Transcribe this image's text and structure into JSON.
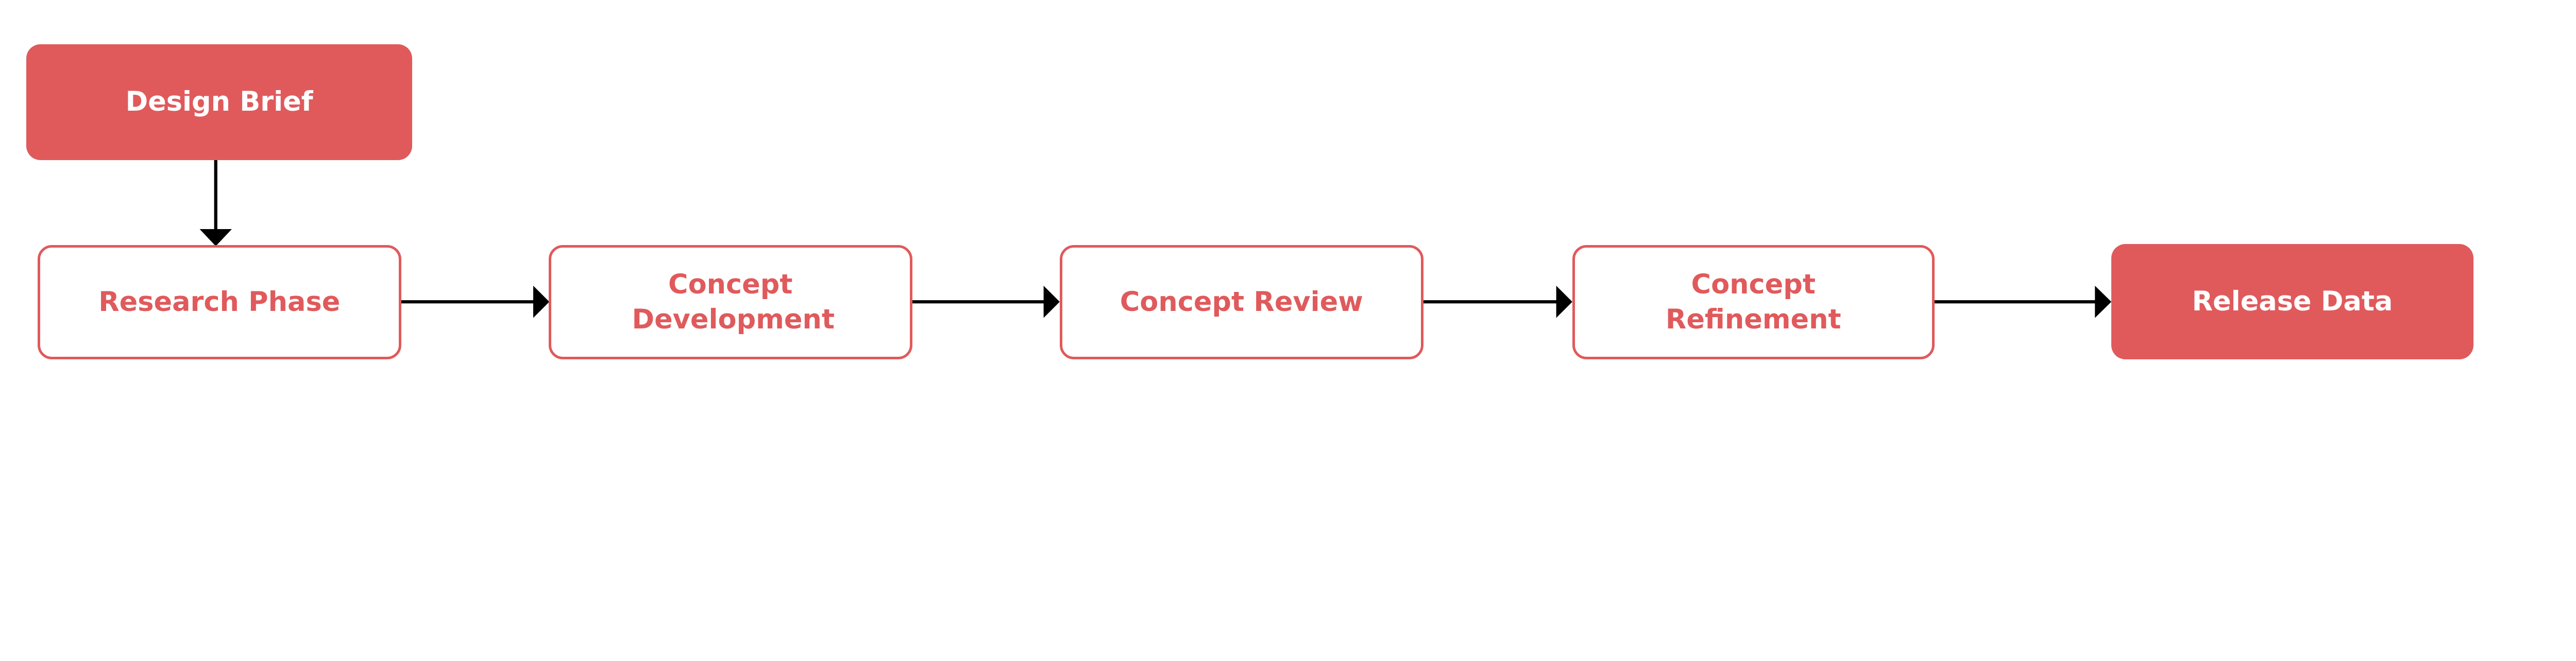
{
  "colors": {
    "accent": "#E05A5C",
    "arrow": "#000000",
    "background": "#FFFFFF"
  },
  "nodes": {
    "design_brief": "Design Brief",
    "research_phase": "Research Phase",
    "concept_development": "Concept Development",
    "concept_review": "Concept Review",
    "concept_refinement": "Concept Refinement",
    "release_data": "Release Data"
  },
  "edges": [
    [
      "Design Brief",
      "Research Phase"
    ],
    [
      "Research Phase",
      "Concept Development"
    ],
    [
      "Concept Development",
      "Concept Review"
    ],
    [
      "Concept Review",
      "Concept Refinement"
    ],
    [
      "Concept Refinement",
      "Release Data"
    ]
  ]
}
